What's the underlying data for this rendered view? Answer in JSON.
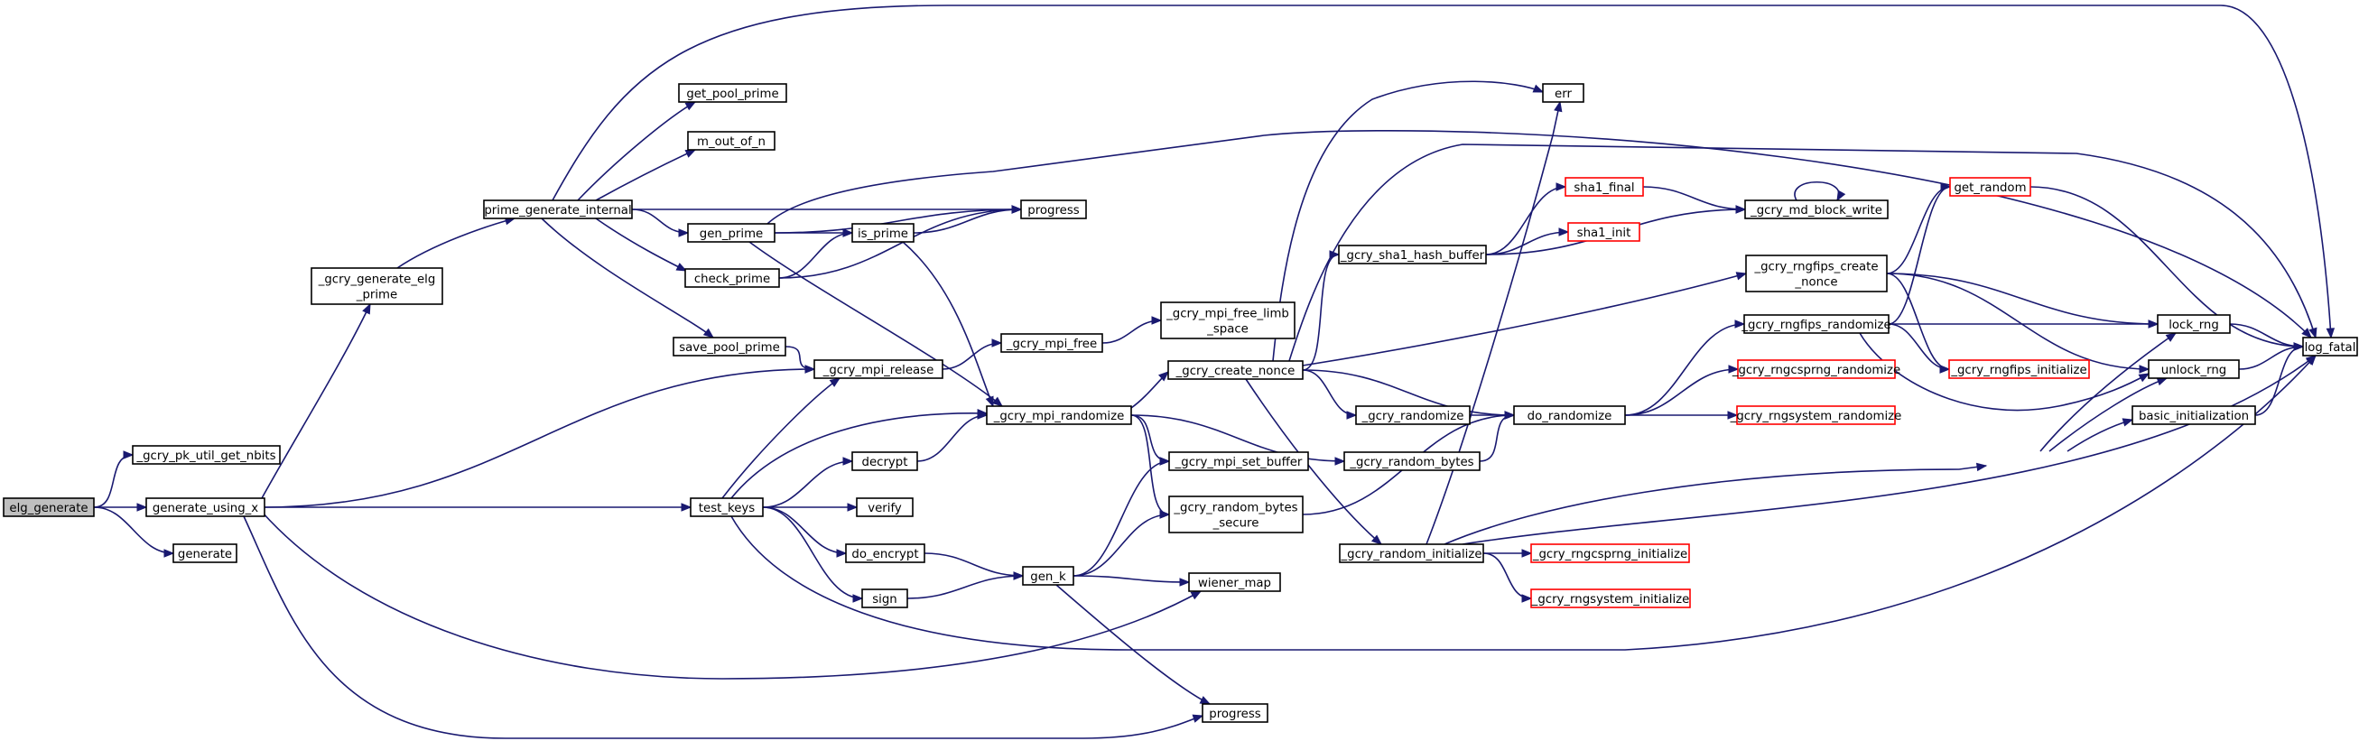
{
  "title": "",
  "colors": {
    "edge": "#191970",
    "node_border": "#000000",
    "truncated_node_border": "#ff0000",
    "root_fill": "#bfbfbf",
    "node_fill": "#ffffff"
  },
  "nodes": [
    {
      "id": "elg_generate",
      "lines": [
        "elg_generate"
      ],
      "style": "root"
    },
    {
      "id": "_gcry_pk_util_get_nbits",
      "lines": [
        "_gcry_pk_util_get_nbits"
      ]
    },
    {
      "id": "generate_using_x",
      "lines": [
        "generate_using_x"
      ]
    },
    {
      "id": "generate",
      "lines": [
        "generate"
      ]
    },
    {
      "id": "_gcry_generate_elg_prime",
      "lines": [
        "_gcry_generate_elg",
        "_prime"
      ]
    },
    {
      "id": "prime_generate_internal",
      "lines": [
        "prime_generate_internal"
      ]
    },
    {
      "id": "get_pool_prime",
      "lines": [
        "get_pool_prime"
      ]
    },
    {
      "id": "m_out_of_n",
      "lines": [
        "m_out_of_n"
      ]
    },
    {
      "id": "gen_prime",
      "lines": [
        "gen_prime"
      ]
    },
    {
      "id": "check_prime",
      "lines": [
        "check_prime"
      ]
    },
    {
      "id": "save_pool_prime",
      "lines": [
        "save_pool_prime"
      ]
    },
    {
      "id": "is_prime",
      "lines": [
        "is_prime"
      ]
    },
    {
      "id": "progress",
      "lines": [
        "progress"
      ]
    },
    {
      "id": "_gcry_mpi_release",
      "lines": [
        "_gcry_mpi_release"
      ]
    },
    {
      "id": "_gcry_mpi_free",
      "lines": [
        "_gcry_mpi_free"
      ]
    },
    {
      "id": "_gcry_mpi_free_limb_space",
      "lines": [
        "_gcry_mpi_free_limb",
        "_space"
      ]
    },
    {
      "id": "_gcry_mpi_randomize",
      "lines": [
        "_gcry_mpi_randomize"
      ]
    },
    {
      "id": "test_keys",
      "lines": [
        "test_keys"
      ]
    },
    {
      "id": "decrypt",
      "lines": [
        "decrypt"
      ]
    },
    {
      "id": "verify",
      "lines": [
        "verify"
      ]
    },
    {
      "id": "do_encrypt",
      "lines": [
        "do_encrypt"
      ]
    },
    {
      "id": "sign",
      "lines": [
        "sign"
      ]
    },
    {
      "id": "gen_k",
      "lines": [
        "gen_k"
      ]
    },
    {
      "id": "_gcry_mpi_set_buffer",
      "lines": [
        "_gcry_mpi_set_buffer"
      ]
    },
    {
      "id": "_gcry_random_bytes_secure",
      "lines": [
        "_gcry_random_bytes",
        "_secure"
      ]
    },
    {
      "id": "wiener_map",
      "lines": [
        "wiener_map"
      ]
    },
    {
      "id": "progress_2",
      "lines": [
        "progress"
      ]
    },
    {
      "id": "_gcry_create_nonce",
      "lines": [
        "_gcry_create_nonce"
      ]
    },
    {
      "id": "_gcry_randomize",
      "lines": [
        "_gcry_randomize"
      ]
    },
    {
      "id": "_gcry_random_bytes",
      "lines": [
        "_gcry_random_bytes"
      ]
    },
    {
      "id": "_gcry_random_initialize",
      "lines": [
        "_gcry_random_initialize"
      ]
    },
    {
      "id": "err",
      "lines": [
        "err"
      ]
    },
    {
      "id": "_gcry_sha1_hash_buffer",
      "lines": [
        "_gcry_sha1_hash_buffer"
      ]
    },
    {
      "id": "sha1_final",
      "lines": [
        "sha1_final"
      ],
      "style": "red"
    },
    {
      "id": "sha1_init",
      "lines": [
        "sha1_init"
      ],
      "style": "red"
    },
    {
      "id": "_gcry_md_block_write",
      "lines": [
        "_gcry_md_block_write"
      ]
    },
    {
      "id": "do_randomize",
      "lines": [
        "do_randomize"
      ]
    },
    {
      "id": "_gcry_rngfips_create_nonce",
      "lines": [
        "_gcry_rngfips_create",
        "_nonce"
      ]
    },
    {
      "id": "_gcry_rngfips_randomize",
      "lines": [
        "_gcry_rngfips_randomize"
      ]
    },
    {
      "id": "_gcry_rngcsprng_randomize",
      "lines": [
        "_gcry_rngcsprng_randomize"
      ],
      "style": "red"
    },
    {
      "id": "_gcry_rngsystem_randomize",
      "lines": [
        "_gcry_rngsystem_randomize"
      ],
      "style": "red"
    },
    {
      "id": "_gcry_rngfips_initialize",
      "lines": [
        "_gcry_rngfips_initialize"
      ],
      "style": "red"
    },
    {
      "id": "_gcry_rngcsprng_initialize",
      "lines": [
        "_gcry_rngcsprng_initialize"
      ],
      "style": "red"
    },
    {
      "id": "_gcry_rngsystem_initialize",
      "lines": [
        "_gcry_rngsystem_initialize"
      ],
      "style": "red"
    },
    {
      "id": "get_random",
      "lines": [
        "get_random"
      ],
      "style": "red"
    },
    {
      "id": "lock_rng",
      "lines": [
        "lock_rng"
      ]
    },
    {
      "id": "unlock_rng",
      "lines": [
        "unlock_rng"
      ]
    },
    {
      "id": "basic_initialization",
      "lines": [
        "basic_initialization"
      ]
    },
    {
      "id": "log_fatal",
      "lines": [
        "log_fatal"
      ]
    }
  ],
  "edges": [
    [
      "elg_generate",
      "_gcry_pk_util_get_nbits"
    ],
    [
      "elg_generate",
      "generate_using_x"
    ],
    [
      "elg_generate",
      "generate"
    ],
    [
      "generate_using_x",
      "_gcry_generate_elg_prime"
    ],
    [
      "generate_using_x",
      "_gcry_mpi_release"
    ],
    [
      "generate_using_x",
      "test_keys"
    ],
    [
      "generate_using_x",
      "wiener_map"
    ],
    [
      "generate_using_x",
      "progress_2"
    ],
    [
      "_gcry_generate_elg_prime",
      "prime_generate_internal"
    ],
    [
      "prime_generate_internal",
      "get_pool_prime"
    ],
    [
      "prime_generate_internal",
      "m_out_of_n"
    ],
    [
      "prime_generate_internal",
      "gen_prime"
    ],
    [
      "prime_generate_internal",
      "check_prime"
    ],
    [
      "prime_generate_internal",
      "save_pool_prime"
    ],
    [
      "prime_generate_internal",
      "progress"
    ],
    [
      "prime_generate_internal",
      "log_fatal"
    ],
    [
      "gen_prime",
      "is_prime"
    ],
    [
      "gen_prime",
      "progress"
    ],
    [
      "gen_prime",
      "_gcry_mpi_randomize"
    ],
    [
      "gen_prime",
      "log_fatal"
    ],
    [
      "check_prime",
      "is_prime"
    ],
    [
      "check_prime",
      "progress"
    ],
    [
      "is_prime",
      "progress"
    ],
    [
      "is_prime",
      "_gcry_mpi_randomize"
    ],
    [
      "save_pool_prime",
      "_gcry_mpi_release"
    ],
    [
      "_gcry_mpi_release",
      "_gcry_mpi_free"
    ],
    [
      "_gcry_mpi_free",
      "_gcry_mpi_free_limb_space"
    ],
    [
      "_gcry_mpi_randomize",
      "_gcry_create_nonce"
    ],
    [
      "_gcry_mpi_randomize",
      "_gcry_mpi_set_buffer"
    ],
    [
      "_gcry_mpi_randomize",
      "_gcry_random_bytes_secure"
    ],
    [
      "_gcry_mpi_randomize",
      "_gcry_random_bytes"
    ],
    [
      "test_keys",
      "_gcry_mpi_release"
    ],
    [
      "test_keys",
      "_gcry_mpi_randomize"
    ],
    [
      "test_keys",
      "decrypt"
    ],
    [
      "test_keys",
      "verify"
    ],
    [
      "test_keys",
      "do_encrypt"
    ],
    [
      "test_keys",
      "sign"
    ],
    [
      "test_keys",
      "log_fatal"
    ],
    [
      "decrypt",
      "_gcry_mpi_randomize"
    ],
    [
      "do_encrypt",
      "gen_k"
    ],
    [
      "sign",
      "gen_k"
    ],
    [
      "gen_k",
      "_gcry_mpi_set_buffer"
    ],
    [
      "gen_k",
      "_gcry_random_bytes_secure"
    ],
    [
      "gen_k",
      "wiener_map"
    ],
    [
      "gen_k",
      "progress_2"
    ],
    [
      "_gcry_random_bytes_secure",
      "do_randomize"
    ],
    [
      "_gcry_create_nonce",
      "err"
    ],
    [
      "_gcry_create_nonce",
      "log_fatal"
    ],
    [
      "_gcry_create_nonce",
      "_gcry_sha1_hash_buffer"
    ],
    [
      "_gcry_create_nonce",
      "_gcry_rngfips_create_nonce"
    ],
    [
      "_gcry_create_nonce",
      "do_randomize"
    ],
    [
      "_gcry_create_nonce",
      "_gcry_randomize"
    ],
    [
      "_gcry_create_nonce",
      "_gcry_random_initialize"
    ],
    [
      "_gcry_randomize",
      "do_randomize"
    ],
    [
      "_gcry_random_bytes",
      "do_randomize"
    ],
    [
      "_gcry_random_initialize",
      "err"
    ],
    [
      "_gcry_random_initialize",
      "_gcry_rngcsprng_initialize"
    ],
    [
      "_gcry_random_initialize",
      "_gcry_rngsystem_initialize"
    ],
    [
      "_gcry_random_initialize",
      "_gcry_rngfips_initialize"
    ],
    [
      "_gcry_random_initialize",
      "log_fatal"
    ],
    [
      "_gcry_sha1_hash_buffer",
      "sha1_final"
    ],
    [
      "_gcry_sha1_hash_buffer",
      "sha1_init"
    ],
    [
      "_gcry_sha1_hash_buffer",
      "_gcry_md_block_write"
    ],
    [
      "sha1_final",
      "_gcry_md_block_write"
    ],
    [
      "_gcry_md_block_write",
      "_gcry_md_block_write"
    ],
    [
      "do_randomize",
      "_gcry_rngfips_randomize"
    ],
    [
      "do_randomize",
      "_gcry_rngcsprng_randomize"
    ],
    [
      "do_randomize",
      "_gcry_rngsystem_randomize"
    ],
    [
      "_gcry_rngfips_create_nonce",
      "get_random"
    ],
    [
      "_gcry_rngfips_create_nonce",
      "lock_rng"
    ],
    [
      "_gcry_rngfips_create_nonce",
      "unlock_rng"
    ],
    [
      "_gcry_rngfips_create_nonce",
      "_gcry_rngfips_initialize"
    ],
    [
      "_gcry_rngfips_randomize",
      "get_random"
    ],
    [
      "_gcry_rngfips_randomize",
      "lock_rng"
    ],
    [
      "_gcry_rngfips_randomize",
      "unlock_rng"
    ],
    [
      "_gcry_rngfips_randomize",
      "_gcry_rngfips_initialize"
    ],
    [
      "_gcry_rngfips_initialize",
      "lock_rng"
    ],
    [
      "_gcry_rngfips_initialize",
      "unlock_rng"
    ],
    [
      "_gcry_rngfips_initialize",
      "basic_initialization"
    ],
    [
      "get_random",
      "log_fatal"
    ],
    [
      "lock_rng",
      "log_fatal"
    ],
    [
      "unlock_rng",
      "log_fatal"
    ],
    [
      "basic_initialization",
      "log_fatal"
    ]
  ]
}
